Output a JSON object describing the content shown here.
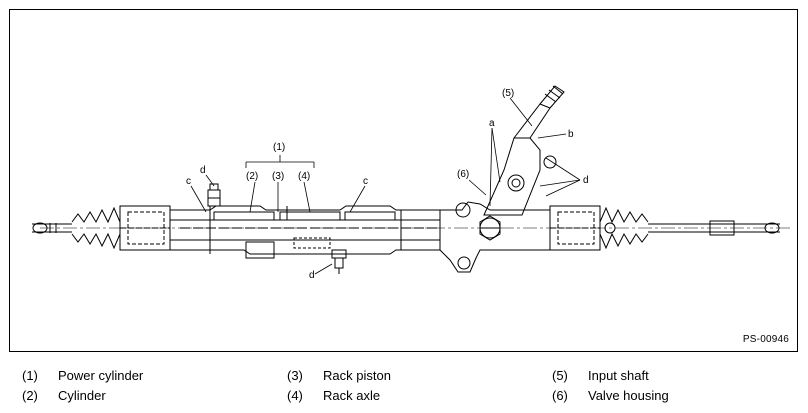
{
  "figure": {
    "figure_id": "PS-00946",
    "callouts": {
      "c1": "(1)",
      "c2": "(2)",
      "c3": "(3)",
      "c4": "(4)",
      "c5": "(5)",
      "c6": "(6)",
      "a": "a",
      "b": "b",
      "c": "c",
      "d": "d"
    }
  },
  "legend": [
    {
      "num": "(1)",
      "label": "Power cylinder"
    },
    {
      "num": "(2)",
      "label": "Cylinder"
    },
    {
      "num": "(3)",
      "label": "Rack piston"
    },
    {
      "num": "(4)",
      "label": "Rack axle"
    },
    {
      "num": "(5)",
      "label": "Input shaft"
    },
    {
      "num": "(6)",
      "label": "Valve housing"
    }
  ],
  "colors": {
    "line": "#000000",
    "background": "#ffffff"
  }
}
